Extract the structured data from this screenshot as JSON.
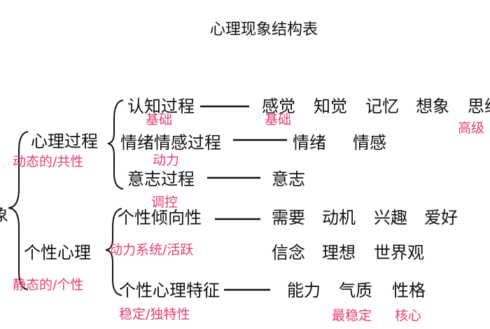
{
  "title": "心理现象结构表",
  "root_fragment": "象",
  "branches": {
    "process": {
      "label": "心理过程",
      "note": "动态的/共性",
      "cognition": {
        "label": "认知过程",
        "items": [
          "感觉",
          "知觉",
          "记忆",
          "想象",
          "思维"
        ],
        "note_left": "基础",
        "note_mid": "基础",
        "note_right": "高级"
      },
      "emotion": {
        "label": "情绪情感过程",
        "items": [
          "情绪",
          "情感"
        ],
        "note": "动力"
      },
      "will": {
        "label": "意志过程",
        "items": [
          "意志"
        ],
        "note": "调控"
      }
    },
    "personality": {
      "label": "个性心理",
      "note": "静态的/个性",
      "tendency": {
        "label": "个性倾向性",
        "items_row1": [
          "需要",
          "动机",
          "兴趣",
          "爱好"
        ],
        "items_row2": [
          "信念",
          "理想",
          "世界观"
        ],
        "note": "动力系统/活跃"
      },
      "traits": {
        "label": "个性心理特征",
        "items": [
          "能力",
          "气质",
          "性格"
        ],
        "note": "稳定/独特性",
        "note_right_1": "最稳定",
        "note_right_2": "核心"
      }
    }
  },
  "colors": {
    "text": "#111111",
    "annotation": "#e5406f",
    "line": "#111111"
  }
}
